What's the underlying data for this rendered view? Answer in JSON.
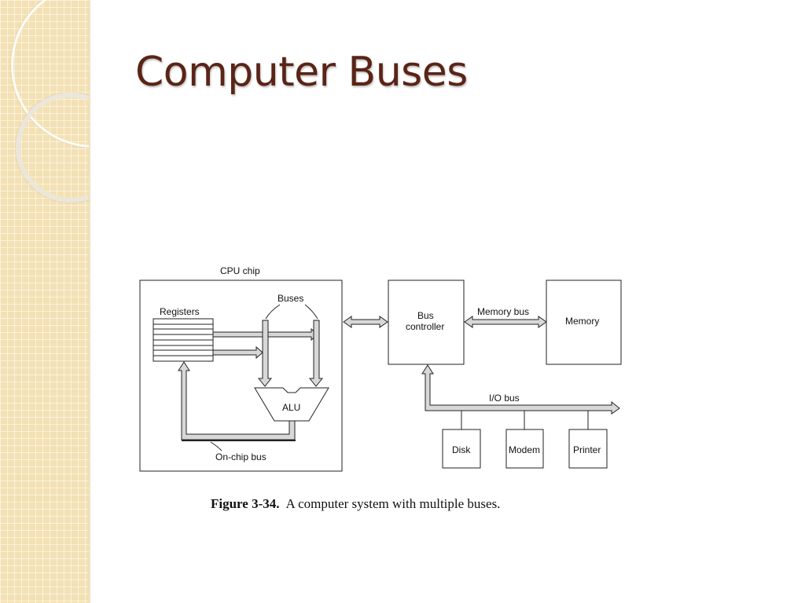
{
  "slide": {
    "title": "Computer Buses"
  },
  "diagram": {
    "cpu_chip_label": "CPU chip",
    "registers_label": "Registers",
    "buses_label": "Buses",
    "alu_label": "ALU",
    "on_chip_bus_label": "On-chip bus",
    "bus_controller_line1": "Bus",
    "bus_controller_line2": "controller",
    "memory_bus_label": "Memory bus",
    "memory_label": "Memory",
    "io_bus_label": "I/O bus",
    "devices": [
      "Disk",
      "Modem",
      "Printer"
    ]
  },
  "caption": {
    "number": "Figure 3-34.",
    "text": "A computer system with multiple buses."
  },
  "colors": {
    "title": "#5a2417",
    "sidebar": "#f3e1b4",
    "bus_fill": "#d8d8d8"
  }
}
